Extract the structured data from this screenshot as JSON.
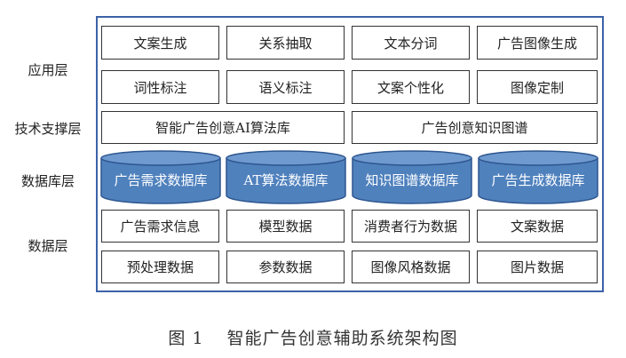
{
  "layers": {
    "application": "应用层",
    "technical_support": "技术支撑层",
    "database": "数据库层",
    "data": "数据层"
  },
  "application_row1": [
    "文案生成",
    "关系抽取",
    "文本分词",
    "广告图像生成"
  ],
  "application_row2": [
    "词性标注",
    "语义标注",
    "文案个性化",
    "图像定制"
  ],
  "technical_support": [
    "智能广告创意AI算法库",
    "广告创意知识图谱"
  ],
  "databases": [
    "广告需求数据库",
    "AT算法数据库",
    "知识图谱数据库",
    "广告生成数据库"
  ],
  "data_row1": [
    "广告需求信息",
    "模型数据",
    "消费者行为数据",
    "文案数据"
  ],
  "data_row2": [
    "预处理数据",
    "参数数据",
    "图像风格数据",
    "图片数据"
  ],
  "caption": {
    "figure_number": "图 1",
    "title": "智能广告创意辅助系统架构图"
  },
  "colors": {
    "frame": "#3b62a8",
    "cylinder_fill": "#4f81bd",
    "cylinder_top": "#6f9ad0",
    "cylinder_stroke": "#2e568f"
  }
}
